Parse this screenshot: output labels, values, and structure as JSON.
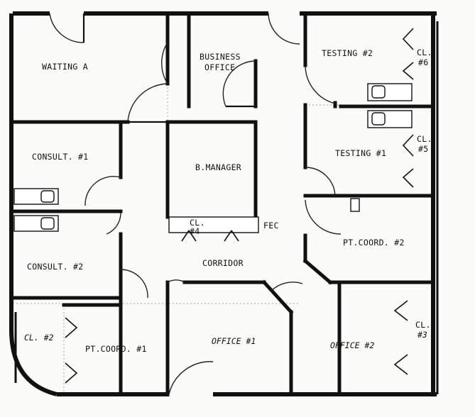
{
  "rooms": {
    "waiting_a": "WAITING A",
    "business_office_1": "BUSINESS",
    "business_office_2": "OFFICE",
    "testing_2": "TESTING #2",
    "cl_6_a": "CL.",
    "cl_6_b": "#6",
    "consult_1": "CONSULT. #1",
    "b_manager": "B.MANAGER",
    "testing_1": "TESTING #1",
    "cl_5_a": "CL.",
    "cl_5_b": "#5",
    "cl_4_a": "CL.",
    "cl_4_b": "#4",
    "fec": "FEC",
    "consult_2": "CONSULT. #2",
    "corridor": "CORRIDOR",
    "pt_coord_2": "PT.COORD. #2",
    "cl_2": "CL. #2",
    "pt_coord_1": "PT.COORD. #1",
    "office_1": "OFFICE #1",
    "office_2": "OFFICE #2",
    "cl_3_a": "CL.",
    "cl_3_b": "#3"
  }
}
